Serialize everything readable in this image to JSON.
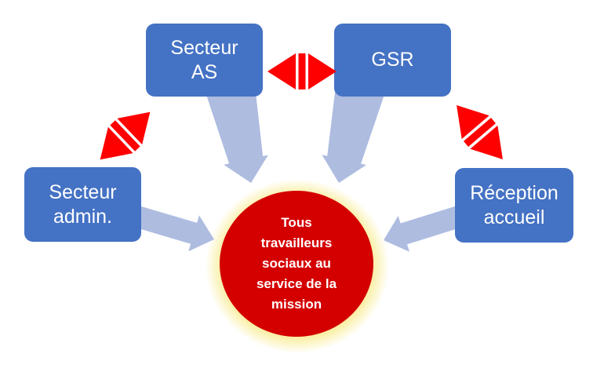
{
  "diagram": {
    "nodes": {
      "secteur_as": {
        "label": "Secteur\nAS"
      },
      "gsr": {
        "label": "GSR"
      },
      "secteur_admin": {
        "label": "Secteur\nadmin."
      },
      "reception_accueil": {
        "label": "Réception\naccueil"
      },
      "center_mission": {
        "label": "Tous\ntravailleurs\nsociaux au\nservice de la\nmission"
      }
    },
    "connections": [
      {
        "from": "secteur_admin",
        "to": "secteur_as",
        "style": "red-double-arrow",
        "direction": "two-way"
      },
      {
        "from": "secteur_as",
        "to": "gsr",
        "style": "red-double-arrow",
        "direction": "two-way"
      },
      {
        "from": "gsr",
        "to": "reception_accueil",
        "style": "red-double-arrow",
        "direction": "two-way"
      },
      {
        "from": "secteur_as",
        "to": "center_mission",
        "style": "blue-block-arrow",
        "direction": "one-way"
      },
      {
        "from": "gsr",
        "to": "center_mission",
        "style": "blue-block-arrow",
        "direction": "one-way"
      },
      {
        "from": "secteur_admin",
        "to": "center_mission",
        "style": "blue-block-arrow",
        "direction": "one-way"
      },
      {
        "from": "reception_accueil",
        "to": "center_mission",
        "style": "blue-block-arrow",
        "direction": "one-way"
      }
    ],
    "icons": {
      "double_arrow_icon": "⬌",
      "block_arrow_icon": "➧"
    }
  },
  "colors": {
    "node_blue": "#4472C4",
    "connector_blue": "#AEBCE0",
    "connector_red": "#FE0000",
    "center_red": "#D40000",
    "glow_yellow": "#F6E98C",
    "text_white": "#FFFFFF",
    "background": "#FFFFFF"
  }
}
